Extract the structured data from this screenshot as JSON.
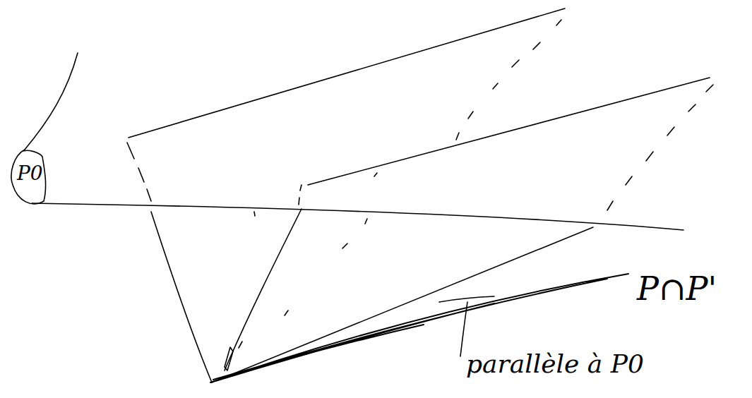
{
  "diagram": {
    "labels": [
      "P0",
      "P∩P'",
      "parallèle à P0"
    ]
  }
}
